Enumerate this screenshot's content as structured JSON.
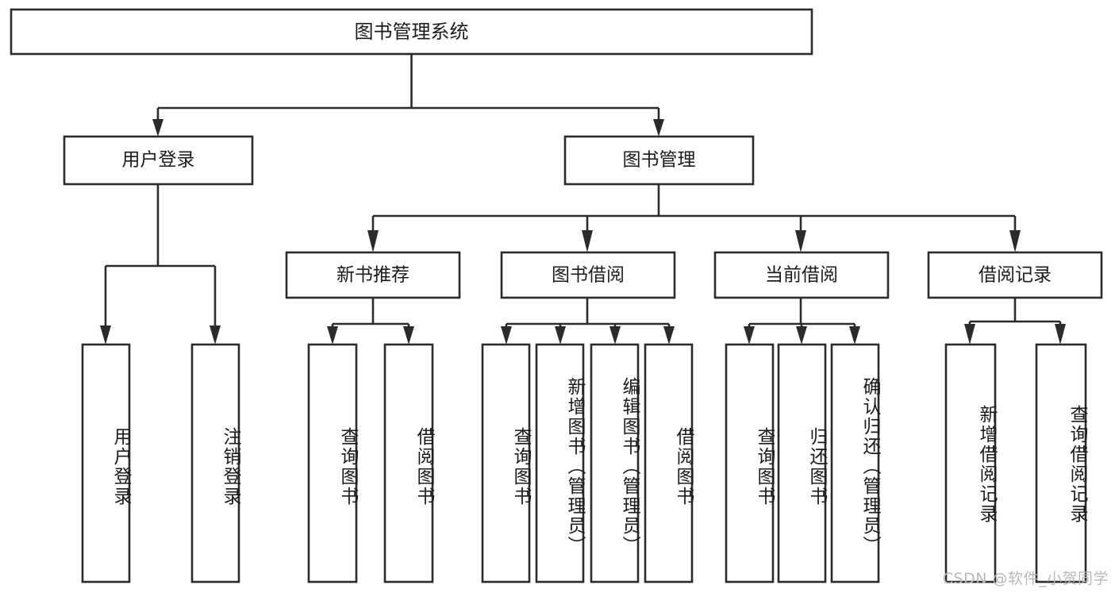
{
  "diagram": {
    "title": "图书管理系统",
    "type": "hierarchy-tree",
    "watermark": "CSDN @软件_小贺同学",
    "colors": {
      "stroke": "#2b2b2b",
      "box_fill": "#ffffff",
      "text": "#1b1b1b",
      "background": "#ffffff",
      "watermark": "#b9b9b9"
    },
    "levels": {
      "root": {
        "label": "图书管理系统"
      },
      "level2": [
        {
          "label": "用户登录"
        },
        {
          "label": "图书管理"
        }
      ],
      "level3": [
        {
          "label": "新书推荐"
        },
        {
          "label": "图书借阅"
        },
        {
          "label": "当前借阅"
        },
        {
          "label": "借阅记录"
        }
      ],
      "leaves": {
        "user_login": [
          {
            "label": "用户登录"
          },
          {
            "label": "注销登录"
          }
        ],
        "new_book_recommend": [
          {
            "label": "查询图书"
          },
          {
            "label": "借阅图书"
          }
        ],
        "book_borrow": [
          {
            "label": "查询图书"
          },
          {
            "label": "新增图书（管理员）"
          },
          {
            "label": "编辑图书（管理员）"
          },
          {
            "label": "借阅图书"
          }
        ],
        "current_borrow": [
          {
            "label": "查询图书"
          },
          {
            "label": "归还图书"
          },
          {
            "label": "确认归还（管理员）"
          }
        ],
        "borrow_record": [
          {
            "label": "新增借阅记录"
          },
          {
            "label": "查询借阅记录"
          }
        ]
      }
    }
  }
}
